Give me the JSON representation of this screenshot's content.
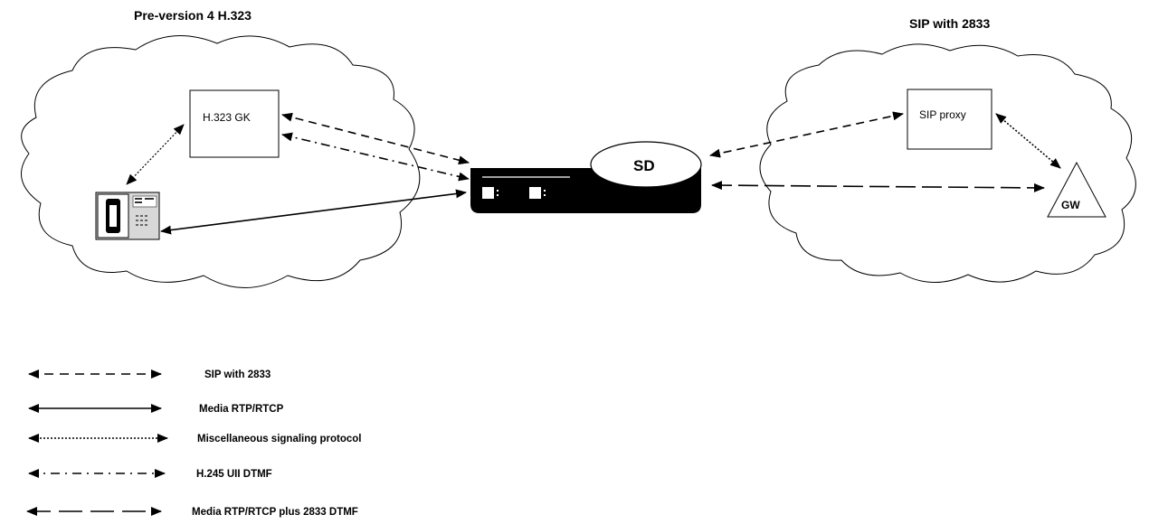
{
  "left_cloud": {
    "title": "Pre-version 4 H.323"
  },
  "right_cloud": {
    "title": "SIP with 2833"
  },
  "nodes": {
    "gatekeeper": "H.323 GK",
    "sip_proxy": "SIP proxy",
    "gateway": "GW",
    "session_director": "SD"
  },
  "legend": [
    {
      "style": "dashed",
      "label": "SIP with 2833"
    },
    {
      "style": "solid",
      "label": "Media RTP/RTCP"
    },
    {
      "style": "dotted",
      "label": "Miscellaneous signaling protocol"
    },
    {
      "style": "dash-dot",
      "label": "H.245 UII DTMF"
    },
    {
      "style": "long-dash",
      "label": "Media RTP/RTCP plus 2833 DTMF"
    }
  ]
}
